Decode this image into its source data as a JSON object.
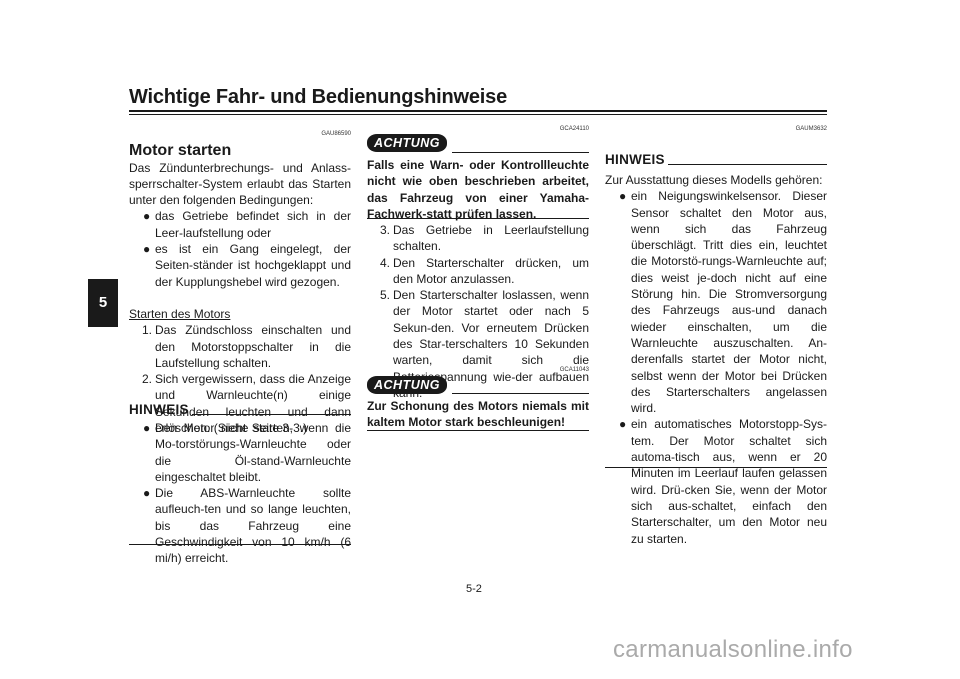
{
  "header": {
    "title": "Wichtige Fahr- und Bedienungshinweise"
  },
  "chapter_tab": "5",
  "left": {
    "code": "GAU86590",
    "heading": "Motor starten",
    "intro": "Das Zündunterbrechungs- und Anlass-sperrschalter-System erlaubt das Starten unter den folgenden Bedingungen:",
    "conditions": [
      "das Getriebe befindet sich in der Leer-laufstellung oder",
      "es ist ein Gang eingelegt, der Seiten-ständer ist hochgeklappt und der Kupplungshebel wird gezogen."
    ],
    "start_title": "Starten des Motors",
    "steps": [
      {
        "n": "1.",
        "text": "Das Zündschloss einschalten und den Motorstoppschalter in die Laufstellung schalten."
      },
      {
        "n": "2.",
        "text": "Sich vergewissern, dass die Anzeige und Warnleuchte(n) einige Sekunden leuchten und dann erlöschen. (Siehe Seite 3-3.)"
      }
    ],
    "hinweis_title": "HINWEIS",
    "hinweis_items": [
      "Den Motor nicht starten, wenn die Mo-torstörungs-Warnleuchte oder die Öl-stand-Warnleuchte eingeschaltet bleibt.",
      "Die ABS-Warnleuchte sollte aufleuch-ten und so lange leuchten, bis das Fahrzeug eine Geschwindigkeit von 10 km/h (6 mi/h) erreicht."
    ]
  },
  "middle": {
    "code1": "GCA24110",
    "achtung_label": "ACHTUNG",
    "warning1": "Falls eine Warn- oder Kontrollleuchte nicht wie oben beschrieben arbeitet, das Fahrzeug von einer Yamaha-Fachwerk-statt prüfen lassen.",
    "steps": [
      {
        "n": "3.",
        "text": "Das Getriebe in Leerlaufstellung schalten."
      },
      {
        "n": "4.",
        "text": "Den Starterschalter drücken, um den Motor anzulassen."
      },
      {
        "n": "5.",
        "text": "Den Starterschalter loslassen, wenn der Motor startet oder nach 5 Sekun-den. Vor erneutem Drücken des Star-terschalters 10 Sekunden warten, damit sich die Batteriespannung wie-der aufbauen kann."
      }
    ],
    "code2": "GCA11043",
    "warning2": "Zur Schonung des Motors niemals mit kaltem Motor stark beschleunigen!"
  },
  "right": {
    "code": "GAUM3632",
    "hinweis_title": "HINWEIS",
    "intro": "Zur Ausstattung dieses Modells gehören:",
    "items": [
      "ein Neigungswinkelsensor. Dieser Sensor schaltet den Motor aus, wenn sich das Fahrzeug überschlägt. Tritt dies ein, leuchtet die Motorstö-rungs-Warnleuchte auf; dies weist je-doch nicht auf eine Störung hin. Die Stromversorgung des Fahrzeugs aus-und danach wieder einschalten, um die Warnleuchte auszuschalten. An-derenfalls startet der Motor nicht, selbst wenn der Motor bei Drücken des Starterschalters angelassen wird.",
      "ein automatisches Motorstopp-Sys-tem. Der Motor schaltet sich automa-tisch aus, wenn er 20 Minuten im Leerlauf laufen gelassen wird. Drü-cken Sie, wenn der Motor sich aus-schaltet, einfach den Starterschalter, um den Motor neu zu starten."
    ]
  },
  "footer": {
    "page_number": "5-2",
    "watermark": "carmanualsonline.info"
  },
  "icons": {
    "bullet": "bullet-icon"
  }
}
